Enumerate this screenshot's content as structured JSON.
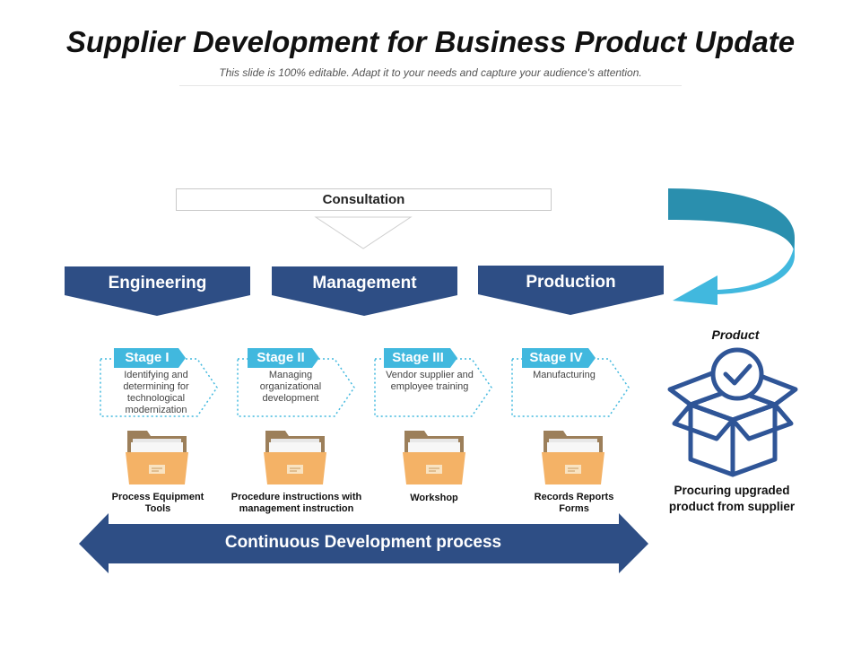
{
  "header": {
    "title": "Supplier Development for Business Product Update",
    "subtitle": "This slide is 100% editable. Adapt it to your needs and capture your audience's attention."
  },
  "consultation": {
    "label": "Consultation"
  },
  "banners": [
    {
      "label": "Engineering"
    },
    {
      "label": "Management"
    },
    {
      "label": "Production"
    }
  ],
  "stages": [
    {
      "tag": "Stage I",
      "description": "Identifying and determining for technological modernization",
      "caption": "Process Equipment Tools"
    },
    {
      "tag": "Stage II",
      "description": "Managing organizational development",
      "caption": "Procedure instructions with management instruction"
    },
    {
      "tag": "Stage III",
      "description": "Vendor supplier and employee training",
      "caption": "Workshop"
    },
    {
      "tag": "Stage IV",
      "description": "Manufacturing",
      "caption": "Records Reports Forms"
    }
  ],
  "product": {
    "label": "Product",
    "caption": "Procuring upgraded product from supplier"
  },
  "bottom_arrow": {
    "label": "Continuous Development process"
  },
  "colors": {
    "navy": "#2e4e85",
    "light_blue": "#41b8de",
    "teal": "#2a8fae",
    "folder_back": "#9c7f5a",
    "folder_front": "#f4b266",
    "icon_navy": "#2f5597"
  },
  "icons": [
    "curved-return-arrow-icon",
    "folder-icon",
    "open-box-check-icon"
  ]
}
